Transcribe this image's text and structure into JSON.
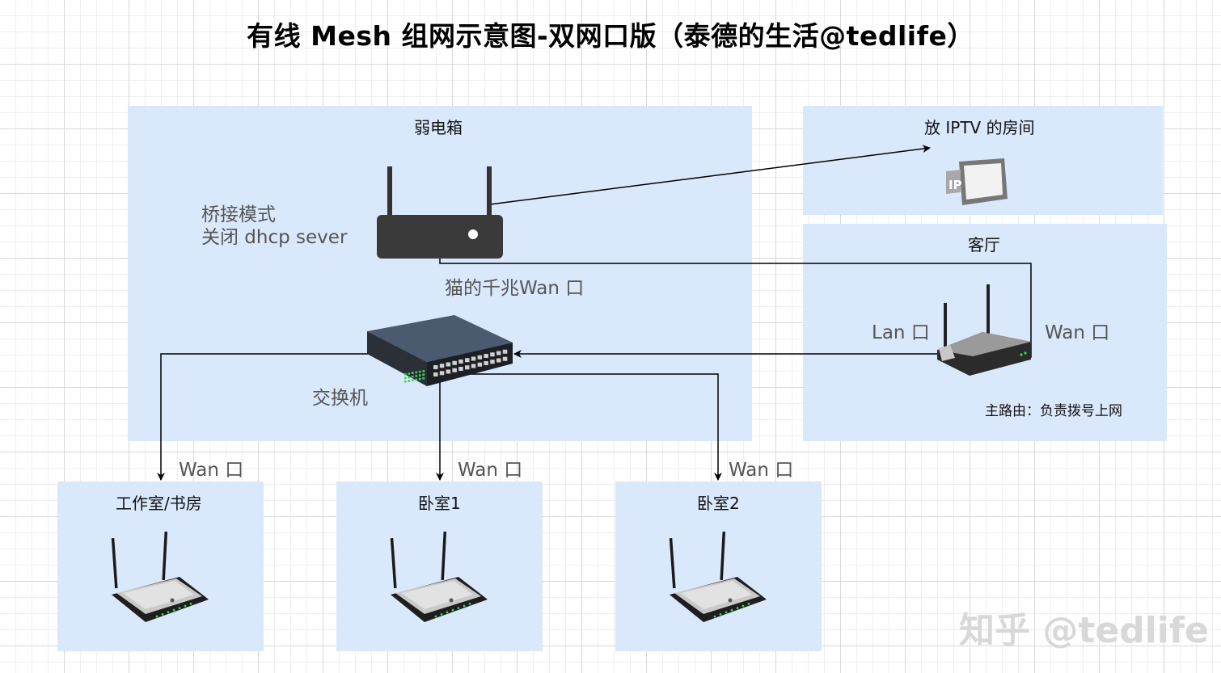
{
  "title": "有线 Mesh 组网示意图-双网口版（泰德的生活@tedlife）",
  "zones": {
    "closet": "弱电箱",
    "iptv_room": "放 IPTV 的房间",
    "living_room": "客厅",
    "study": "工作室/书房",
    "bedroom1": "卧室1",
    "bedroom2": "卧室2"
  },
  "labels": {
    "bridge_mode_1": "桥接模式",
    "bridge_mode_2": "关闭 dhcp sever",
    "modem_port": "猫的千兆Wan 口",
    "switch": "交换机",
    "lan_port": "Lan 口",
    "wan_port_main": "Wan 口",
    "main_router_note": "主路由：负责拨号上网",
    "wan_study": "Wan 口",
    "wan_bedroom1": "Wan 口",
    "wan_bedroom2": "Wan 口"
  },
  "icons": {
    "modem": "modem-router-icon",
    "iptv": "iptv-tv-icon",
    "main_router": "main-router-icon",
    "switch": "network-switch-icon",
    "mesh_router": "wireless-router-icon"
  },
  "watermark": "知乎 @tedlife",
  "colors": {
    "zone_fill": "#dae8fc",
    "line": "#000000",
    "led": "#39d353"
  }
}
